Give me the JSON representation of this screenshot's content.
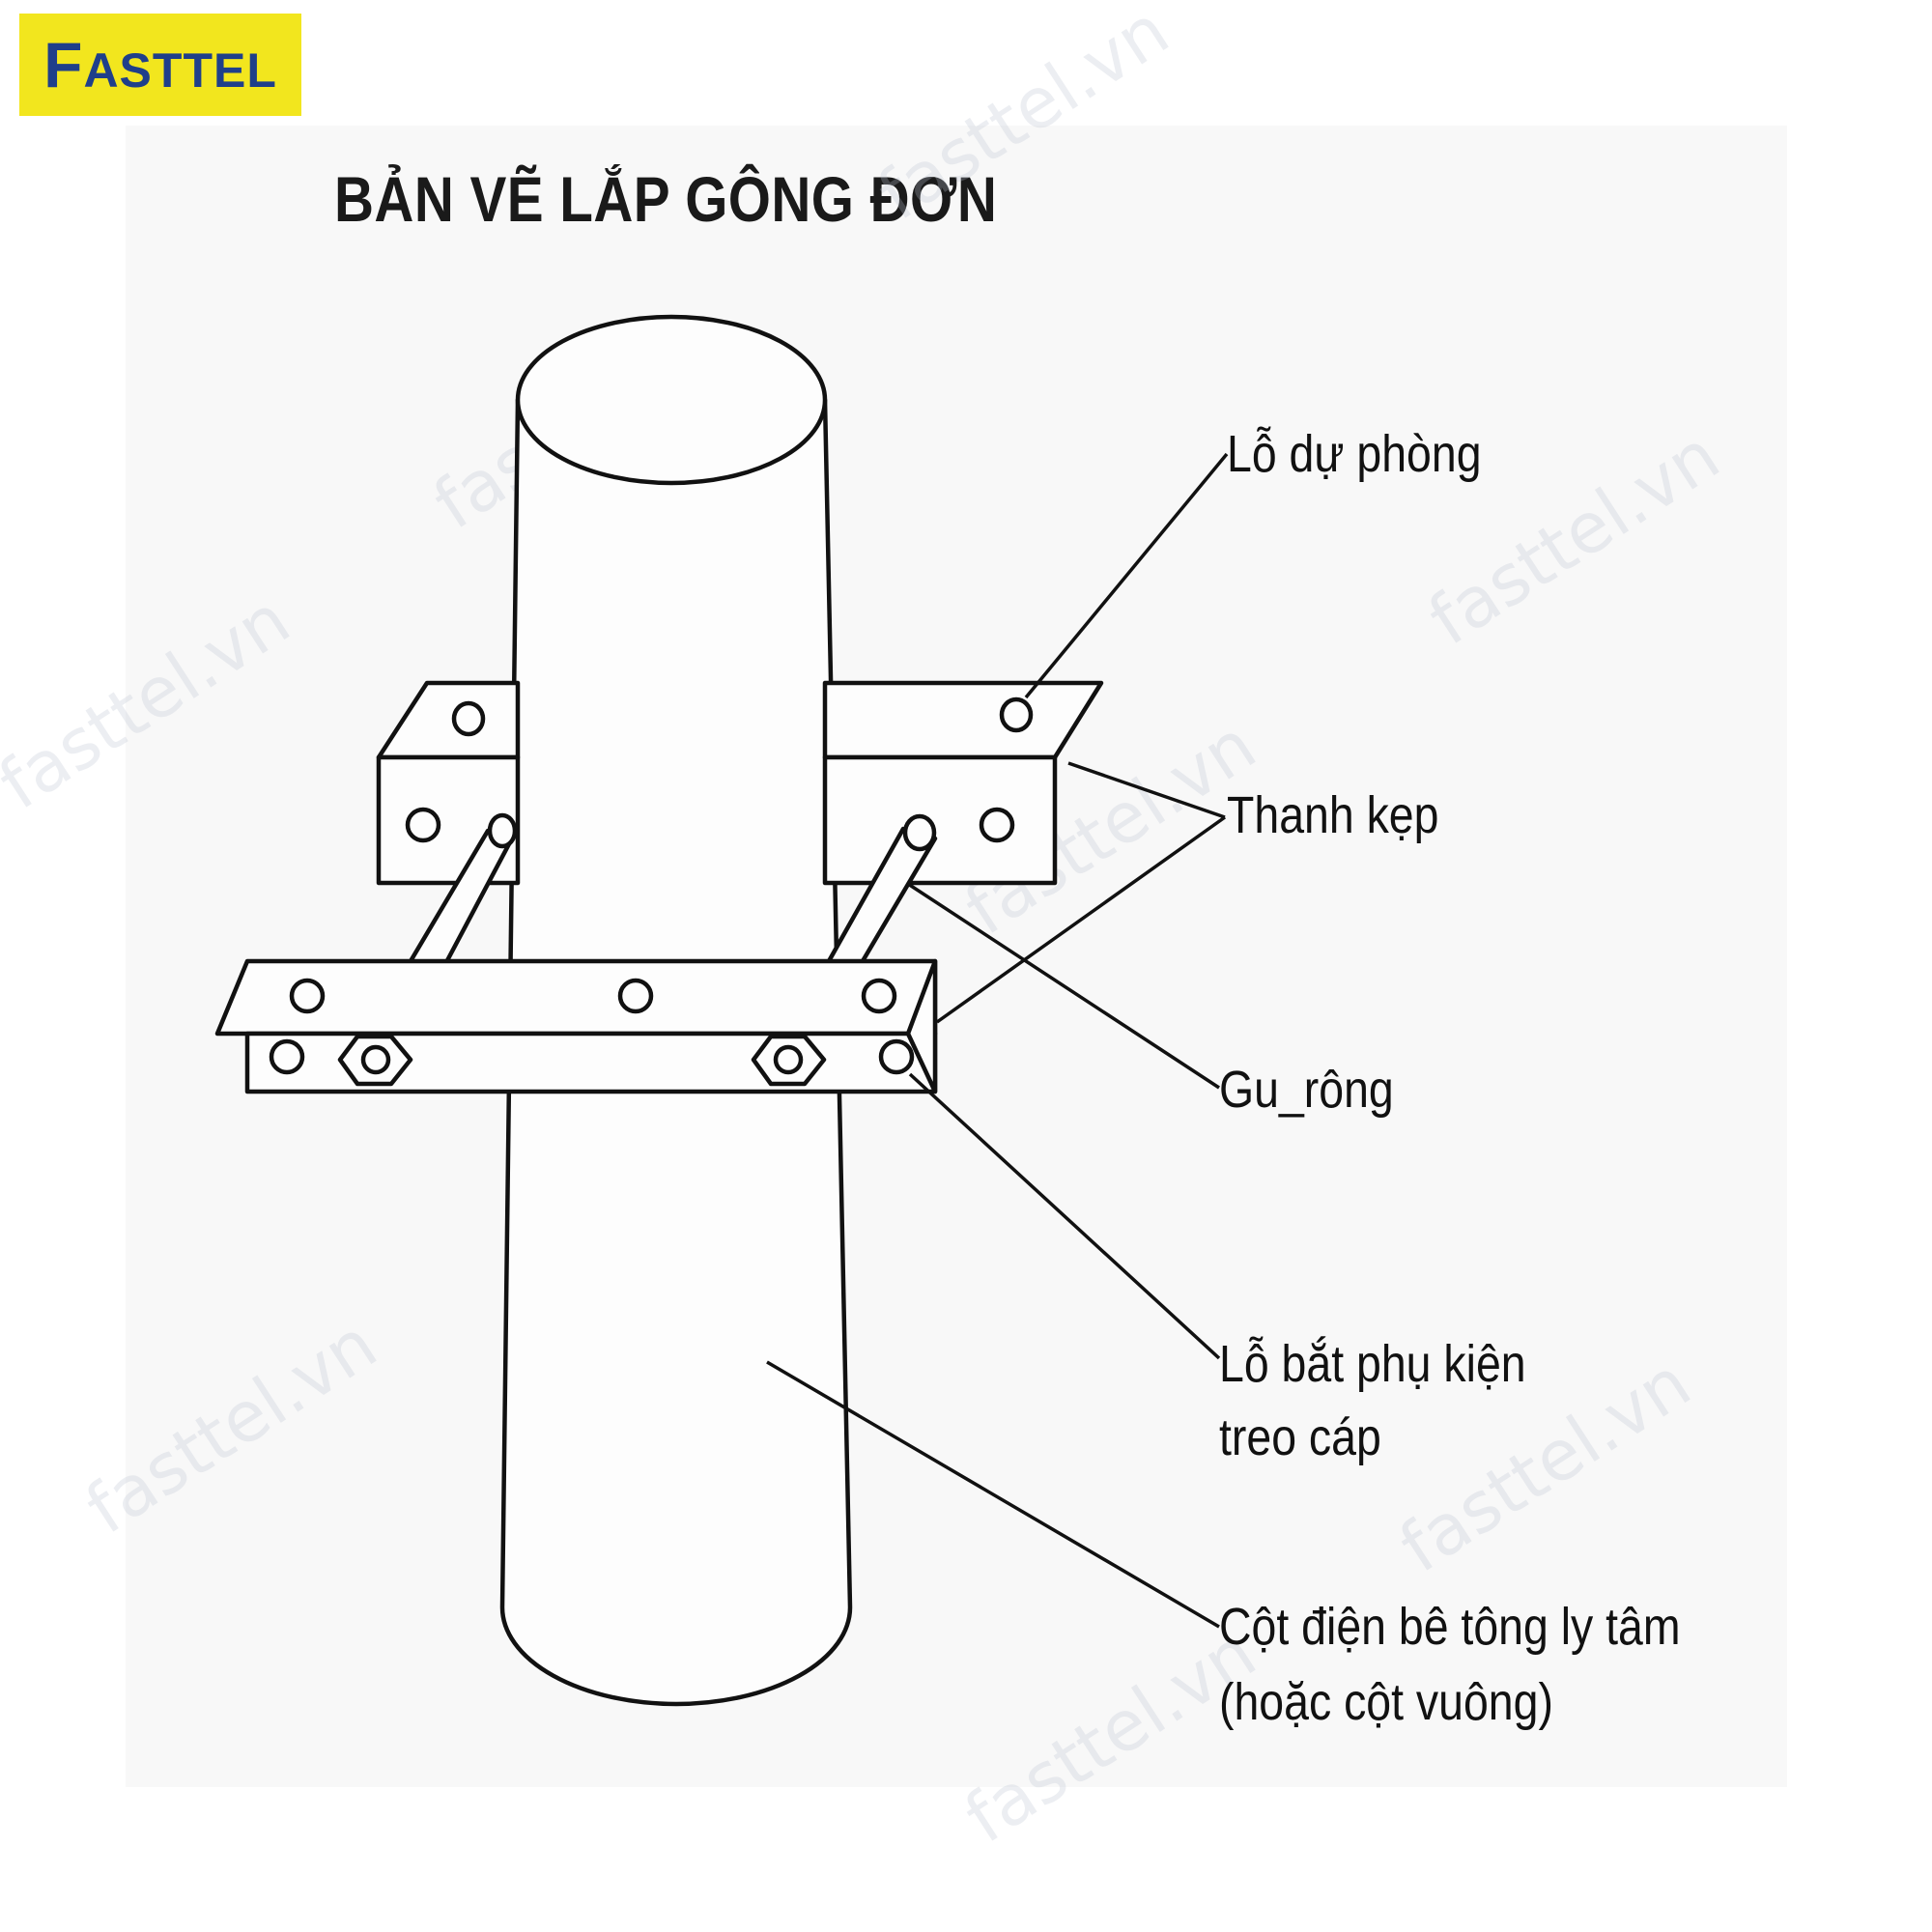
{
  "logo": {
    "text": "FASTTEL",
    "first_letter": "F",
    "rest": "ASTTEL"
  },
  "title": "BẢN VẼ LẮP GÔNG ĐƠN",
  "labels": {
    "spare_hole": "Lỗ dự phòng",
    "clamp_bar": "Thanh kẹp",
    "u_bolt": "Gu_rông",
    "accessory_hole_line1": "Lỗ bắt phụ kiện",
    "accessory_hole_line2": "treo cáp",
    "pole_line1": "Cột điện bê tông ly tâm",
    "pole_line2": "(hoặc cột vuông)"
  },
  "watermark": "fasttel.vn",
  "colors": {
    "logo_bg": "#f2e61e",
    "logo_text": "#1f3f8a",
    "line": "#111111"
  }
}
